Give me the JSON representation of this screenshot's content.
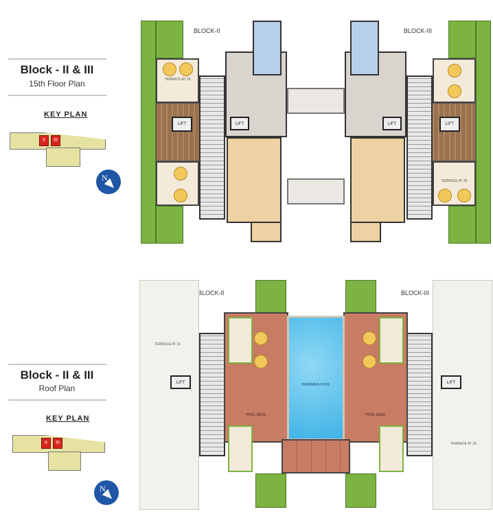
{
  "panels": [
    {
      "title": "Block - II & III",
      "subtitle": "15th Floor Plan",
      "key_plan_label": "KEY PLAN",
      "key_plan_blocks": [
        "II",
        "III"
      ],
      "compass_label": "N",
      "plan": {
        "block_left": "BLOCK-II",
        "block_right": "BLOCK-III",
        "terrace_label": "TERRACE AT 15",
        "lift_label": "LIFT"
      }
    },
    {
      "title": "Block - II & III",
      "subtitle": "Roof Plan",
      "key_plan_label": "KEY PLAN",
      "key_plan_blocks": [
        "II",
        "III"
      ],
      "compass_label": "N",
      "plan": {
        "block_left": "BLOCK-II",
        "block_right": "BLOCK-III",
        "terrace_label": "TERRACE AT 15",
        "lift_label": "LIFT",
        "pool_label": "SWIMMING POOL",
        "deck_label": "POOL DECK"
      }
    }
  ],
  "colors": {
    "compass": "#1f56a6",
    "key_plan_highlight": "#d9261c",
    "pool": "#3fb3e6",
    "deck": "#c87c64"
  }
}
